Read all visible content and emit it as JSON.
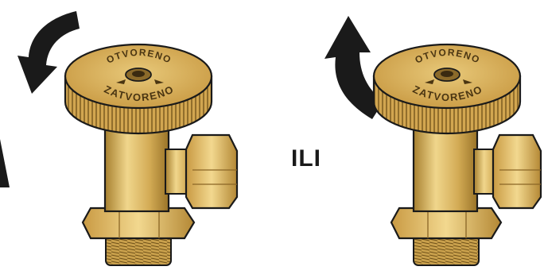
{
  "valves": [
    {
      "open_label": "OTVORENO",
      "close_label": "ZATVORENO",
      "rotation": "counter-clockwise"
    },
    {
      "open_label": "OTVORENO",
      "close_label": "ZATVORENO",
      "rotation": "clockwise"
    }
  ],
  "separator": "ILI",
  "colors": {
    "brass": "#d8b25a",
    "brass_dark": "#9a7428",
    "brass_light": "#f0d68c",
    "outline": "#1a1a1a",
    "arrow": "#1a1a1a"
  }
}
